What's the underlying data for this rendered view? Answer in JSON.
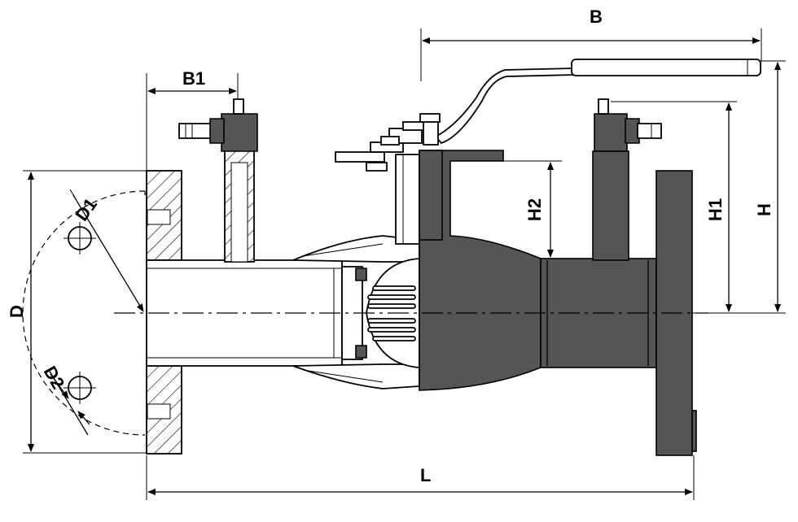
{
  "diagram": {
    "dimensions": {
      "overall_length": "L",
      "flange_diameter": "D",
      "bolt_circle_diameter": "D1",
      "bolt_hole_diameter": "D2",
      "handle_length": "B",
      "tap_offset": "B1",
      "height": "H",
      "tap_height": "H1",
      "stem_height": "H2"
    },
    "colors": {
      "body_fill": "#555555",
      "line": "#000000",
      "background": "#ffffff"
    }
  }
}
